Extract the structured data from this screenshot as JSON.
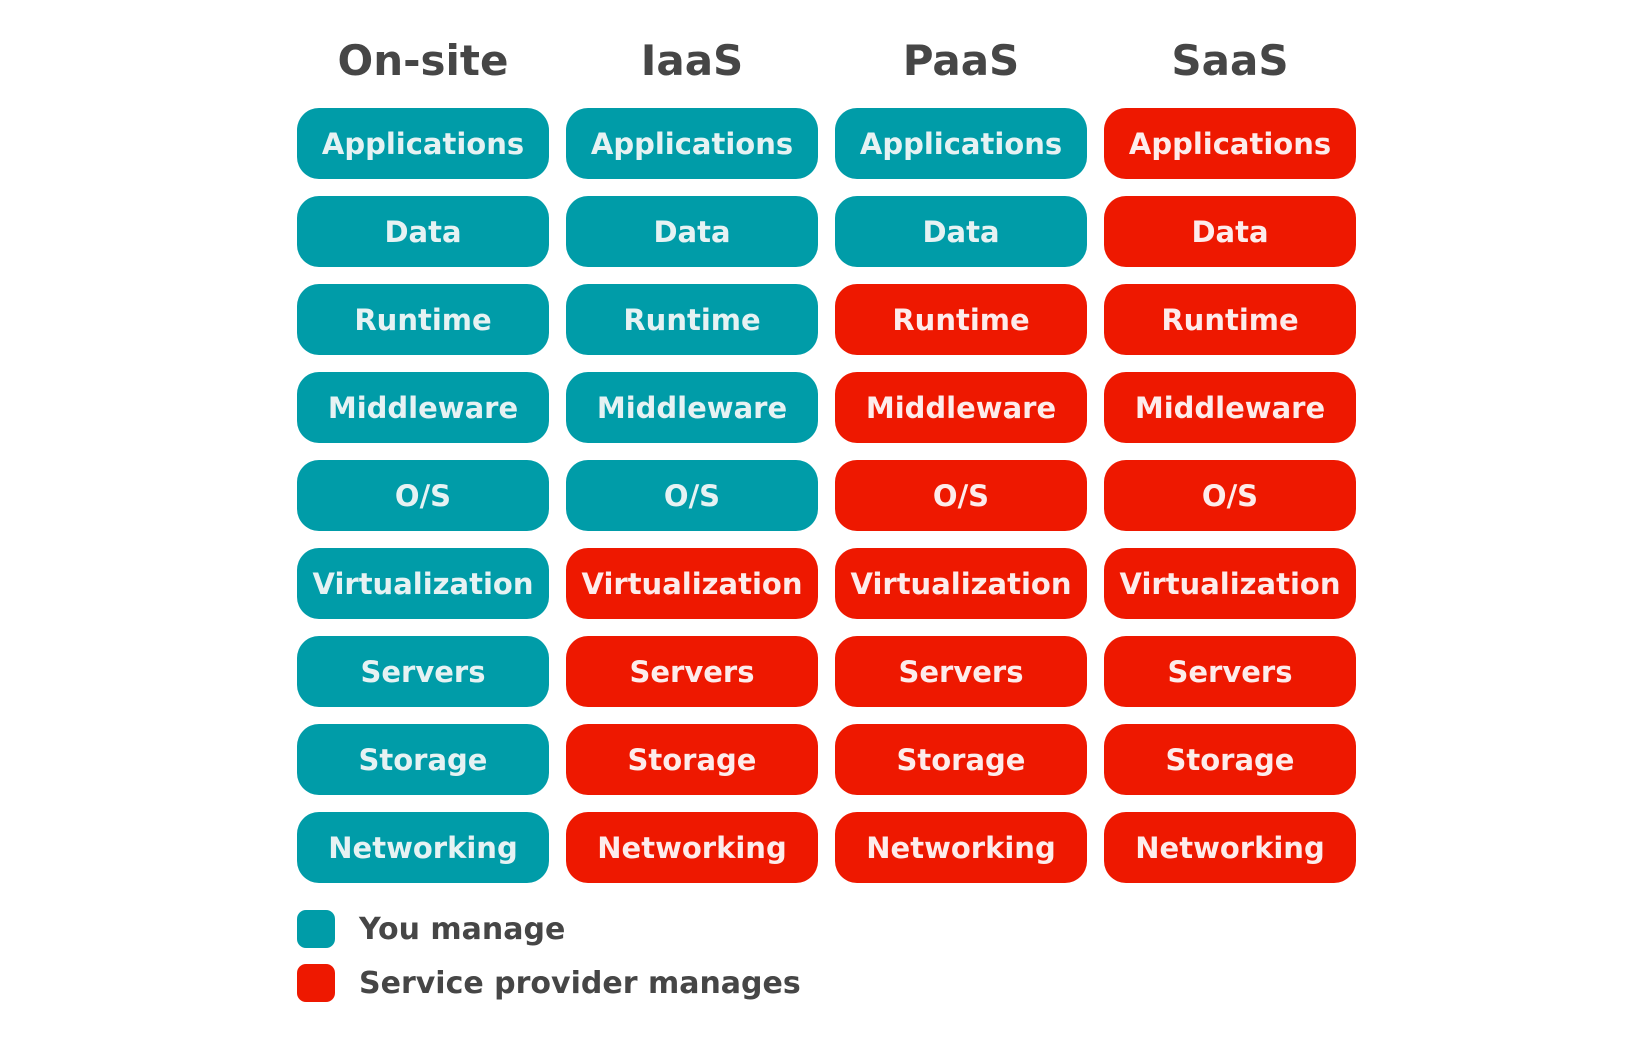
{
  "colors": {
    "you_manage": "#009ca8",
    "service_provider": "#ee1800",
    "heading_text": "#464646"
  },
  "columns": [
    {
      "title": "On-site",
      "cells": [
        {
          "label": "Applications",
          "owner": "you"
        },
        {
          "label": "Data",
          "owner": "you"
        },
        {
          "label": "Runtime",
          "owner": "you"
        },
        {
          "label": "Middleware",
          "owner": "you"
        },
        {
          "label": "O/S",
          "owner": "you"
        },
        {
          "label": "Virtualization",
          "owner": "you"
        },
        {
          "label": "Servers",
          "owner": "you"
        },
        {
          "label": "Storage",
          "owner": "you"
        },
        {
          "label": "Networking",
          "owner": "you"
        }
      ]
    },
    {
      "title": "IaaS",
      "cells": [
        {
          "label": "Applications",
          "owner": "you"
        },
        {
          "label": "Data",
          "owner": "you"
        },
        {
          "label": "Runtime",
          "owner": "you"
        },
        {
          "label": "Middleware",
          "owner": "you"
        },
        {
          "label": "O/S",
          "owner": "you"
        },
        {
          "label": "Virtualization",
          "owner": "provider"
        },
        {
          "label": "Servers",
          "owner": "provider"
        },
        {
          "label": "Storage",
          "owner": "provider"
        },
        {
          "label": "Networking",
          "owner": "provider"
        }
      ]
    },
    {
      "title": "PaaS",
      "cells": [
        {
          "label": "Applications",
          "owner": "you"
        },
        {
          "label": "Data",
          "owner": "you"
        },
        {
          "label": "Runtime",
          "owner": "provider"
        },
        {
          "label": "Middleware",
          "owner": "provider"
        },
        {
          "label": "O/S",
          "owner": "provider"
        },
        {
          "label": "Virtualization",
          "owner": "provider"
        },
        {
          "label": "Servers",
          "owner": "provider"
        },
        {
          "label": "Storage",
          "owner": "provider"
        },
        {
          "label": "Networking",
          "owner": "provider"
        }
      ]
    },
    {
      "title": "SaaS",
      "cells": [
        {
          "label": "Applications",
          "owner": "provider"
        },
        {
          "label": "Data",
          "owner": "provider"
        },
        {
          "label": "Runtime",
          "owner": "provider"
        },
        {
          "label": "Middleware",
          "owner": "provider"
        },
        {
          "label": "O/S",
          "owner": "provider"
        },
        {
          "label": "Virtualization",
          "owner": "provider"
        },
        {
          "label": "Servers",
          "owner": "provider"
        },
        {
          "label": "Storage",
          "owner": "provider"
        },
        {
          "label": "Networking",
          "owner": "provider"
        }
      ]
    }
  ],
  "legend": {
    "you_manage": "You manage",
    "service_provider": "Service provider manages"
  }
}
